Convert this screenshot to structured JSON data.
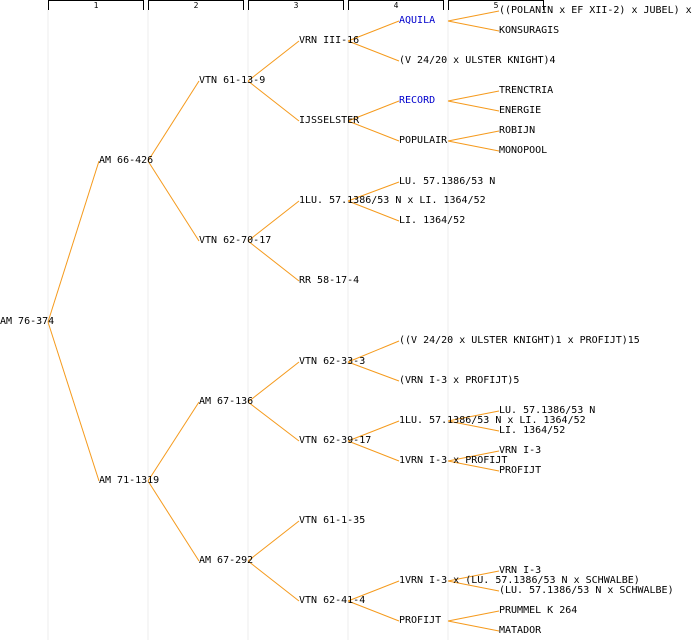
{
  "generations": [
    "1",
    "2",
    "3",
    "4",
    "5"
  ],
  "colors": {
    "line": "#f59a1c",
    "grid": "#eeeeee",
    "text": "#000000",
    "link": "#0000cc"
  },
  "nodes": [
    {
      "id": "g1",
      "label": "AM 76-374"
    },
    {
      "id": "g2a",
      "label": "AM 66-426"
    },
    {
      "id": "g2b",
      "label": "AM 71-1319"
    },
    {
      "id": "g3a",
      "label": "VTN 61-13-9"
    },
    {
      "id": "g3b",
      "label": "VTN 62-70-17"
    },
    {
      "id": "g3c",
      "label": "AM 67-136"
    },
    {
      "id": "g3d",
      "label": "AM 67-292"
    },
    {
      "id": "g4a",
      "label": "VRN III-16"
    },
    {
      "id": "g4b",
      "label": "IJSSELSTER"
    },
    {
      "id": "g4c",
      "label": "1LU. 57.1386/53 N x LI. 1364/52"
    },
    {
      "id": "g4d",
      "label": "RR 58-17-4"
    },
    {
      "id": "g4e",
      "label": "VTN 62-33-3"
    },
    {
      "id": "g4f",
      "label": "VTN 62-39-17"
    },
    {
      "id": "g4g",
      "label": "VTN 61-1-35"
    },
    {
      "id": "g4h",
      "label": "VTN 62-41-4"
    },
    {
      "id": "g5a",
      "label": "AQUILA",
      "link": true
    },
    {
      "id": "g5b",
      "label": "(V 24/20 x ULSTER KNIGHT)4"
    },
    {
      "id": "g5c",
      "label": "RECORD",
      "link": true
    },
    {
      "id": "g5d",
      "label": "POPULAIR"
    },
    {
      "id": "g5e",
      "label": "LU. 57.1386/53 N"
    },
    {
      "id": "g5f",
      "label": "LI. 1364/52"
    },
    {
      "id": "g5g",
      "label": "((V 24/20 x ULSTER KNIGHT)1 x PROFIJT)15"
    },
    {
      "id": "g5h",
      "label": "(VRN I-3 x PROFIJT)5"
    },
    {
      "id": "g5i",
      "label": "1LU. 57.1386/53 N x LI. 1364/52"
    },
    {
      "id": "g5j",
      "label": "1VRN I-3 x PROFIJT"
    },
    {
      "id": "g5k",
      "label": "1VRN I-3 x (LU. 57.1386/53 N x SCHWALBE)"
    },
    {
      "id": "g5l",
      "label": "PROFIJT"
    },
    {
      "id": "g6a",
      "label": "((POLANIN x EF XII-2) x JUBEL) x"
    },
    {
      "id": "g6b",
      "label": "KONSURAGIS"
    },
    {
      "id": "g6c",
      "label": "TRENCTRIA"
    },
    {
      "id": "g6d",
      "label": "ENERGIE"
    },
    {
      "id": "g6e",
      "label": "ROBIJN"
    },
    {
      "id": "g6f",
      "label": "MONOPOOL"
    },
    {
      "id": "g6g",
      "label": "LU. 57.1386/53 N"
    },
    {
      "id": "g6h",
      "label": "LI. 1364/52"
    },
    {
      "id": "g6i",
      "label": "VRN I-3"
    },
    {
      "id": "g6j",
      "label": "PROFIJT"
    },
    {
      "id": "g6k",
      "label": "VRN I-3"
    },
    {
      "id": "g6l",
      "label": "(LU. 57.1386/53 N x SCHWALBE)"
    },
    {
      "id": "g6m",
      "label": "PRUMMEL K 264"
    },
    {
      "id": "g6n",
      "label": "MATADOR"
    }
  ],
  "edges": [
    [
      "g1",
      "g2a"
    ],
    [
      "g1",
      "g2b"
    ],
    [
      "g2a",
      "g3a"
    ],
    [
      "g2a",
      "g3b"
    ],
    [
      "g2b",
      "g3c"
    ],
    [
      "g2b",
      "g3d"
    ],
    [
      "g3a",
      "g4a"
    ],
    [
      "g3a",
      "g4b"
    ],
    [
      "g3b",
      "g4c"
    ],
    [
      "g3b",
      "g4d"
    ],
    [
      "g3c",
      "g4e"
    ],
    [
      "g3c",
      "g4f"
    ],
    [
      "g3d",
      "g4g"
    ],
    [
      "g3d",
      "g4h"
    ],
    [
      "g4a",
      "g5a"
    ],
    [
      "g4a",
      "g5b"
    ],
    [
      "g4b",
      "g5c"
    ],
    [
      "g4b",
      "g5d"
    ],
    [
      "g4c",
      "g5e"
    ],
    [
      "g4c",
      "g5f"
    ],
    [
      "g4e",
      "g5g"
    ],
    [
      "g4e",
      "g5h"
    ],
    [
      "g4f",
      "g5i"
    ],
    [
      "g4f",
      "g5j"
    ],
    [
      "g4h",
      "g5k"
    ],
    [
      "g4h",
      "g5l"
    ],
    [
      "g5a",
      "g6a"
    ],
    [
      "g5a",
      "g6b"
    ],
    [
      "g5c",
      "g6c"
    ],
    [
      "g5c",
      "g6d"
    ],
    [
      "g5d",
      "g6e"
    ],
    [
      "g5d",
      "g6f"
    ],
    [
      "g5i",
      "g6g"
    ],
    [
      "g5i",
      "g6h"
    ],
    [
      "g5j",
      "g6i"
    ],
    [
      "g5j",
      "g6j"
    ],
    [
      "g5k",
      "g6k"
    ],
    [
      "g5k",
      "g6l"
    ],
    [
      "g5l",
      "g6m"
    ],
    [
      "g5l",
      "g6n"
    ]
  ]
}
